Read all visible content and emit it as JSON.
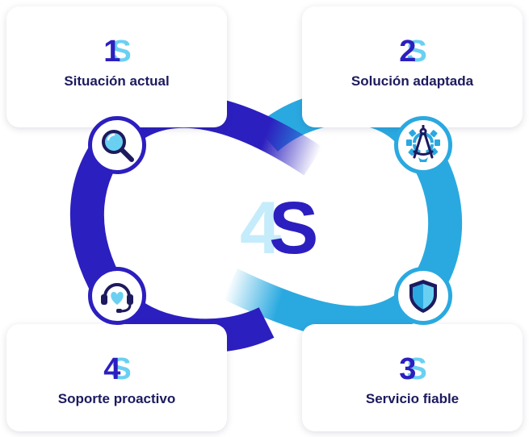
{
  "center": {
    "number": "4",
    "letter": "S"
  },
  "steps": [
    {
      "number": "1",
      "letter": "S",
      "title": "Situación actual",
      "icon": "search-icon"
    },
    {
      "number": "2",
      "letter": "S",
      "title": "Solución adaptada",
      "icon": "design-gear-compass-icon"
    },
    {
      "number": "3",
      "letter": "S",
      "title": "Servicio fiable",
      "icon": "shield-icon"
    },
    {
      "number": "4",
      "letter": "S",
      "title": "Soporte proactivo",
      "icon": "headset-heart-icon"
    }
  ],
  "colors": {
    "dark_blue": "#2c1fbf",
    "light_blue": "#2aa9e0",
    "pale_blue": "#c5ecfb",
    "title_text": "#1d1a5e"
  }
}
